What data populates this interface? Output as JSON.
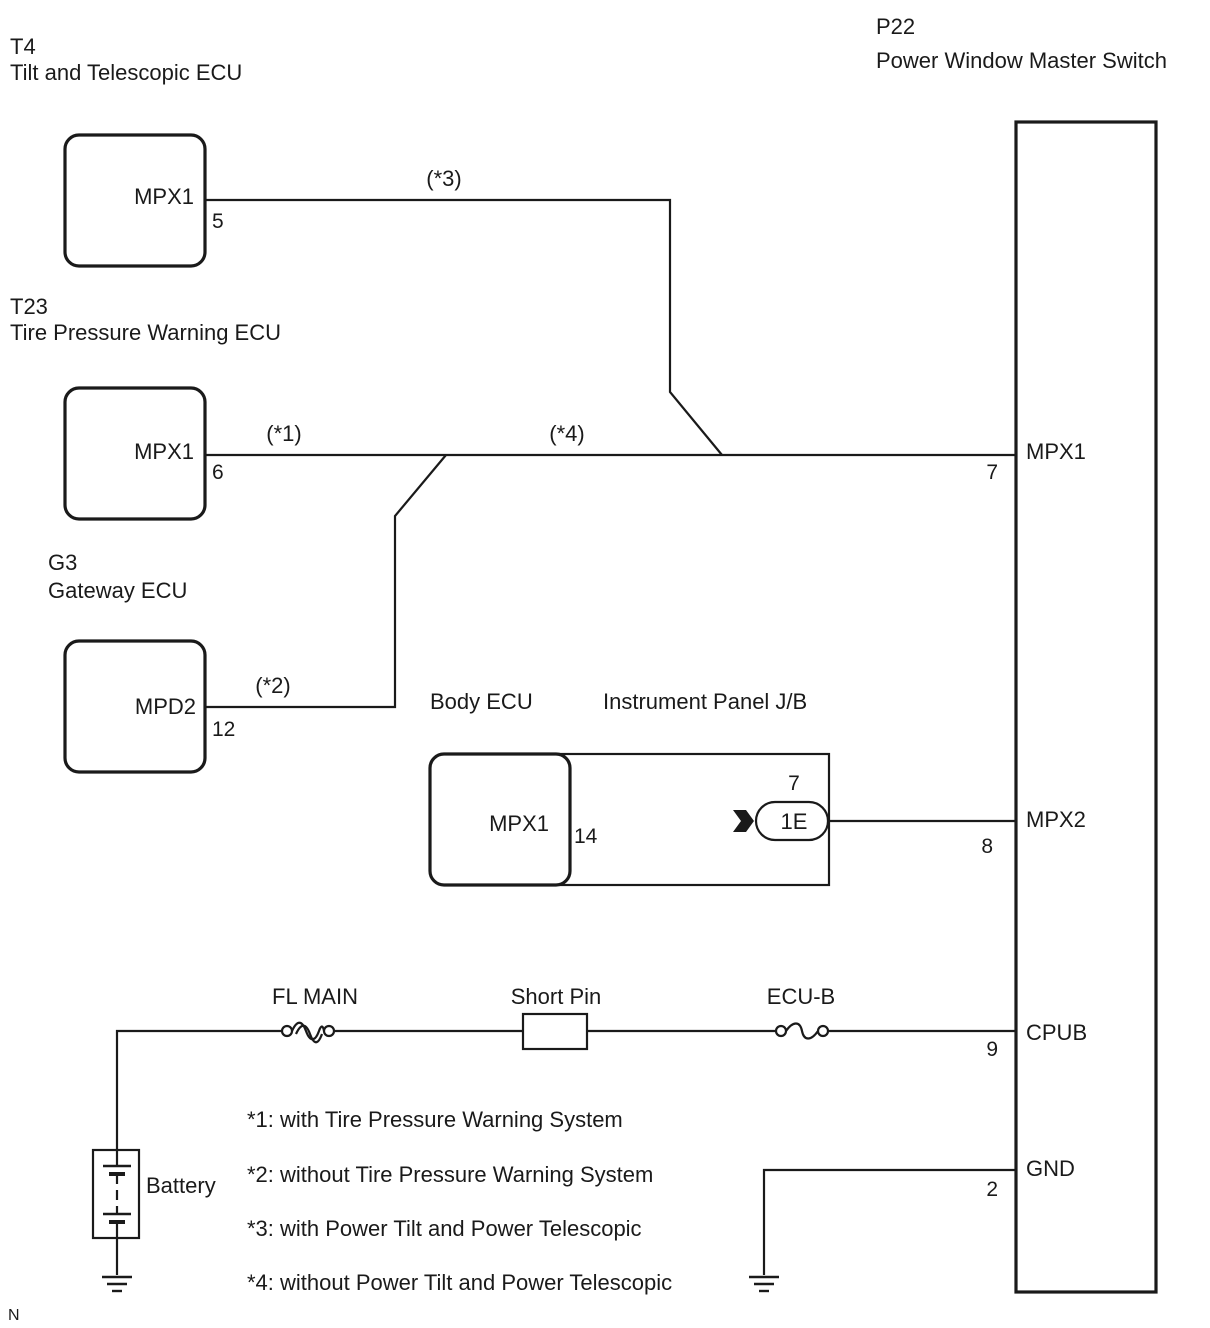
{
  "components": {
    "t4": {
      "code": "T4",
      "name": "Tilt and Telescopic ECU",
      "terminal": "MPX1",
      "pin": "5"
    },
    "t23": {
      "code": "T23",
      "name": "Tire Pressure Warning ECU",
      "terminal": "MPX1",
      "pin": "6"
    },
    "g3": {
      "code": "G3",
      "name": "Gateway ECU",
      "terminal": "MPD2",
      "pin": "12"
    },
    "p22": {
      "code": "P22",
      "name": "Power Window Master Switch",
      "terminals": [
        {
          "name": "MPX1",
          "pin": "7"
        },
        {
          "name": "MPX2",
          "pin": "8"
        },
        {
          "name": "CPUB",
          "pin": "9"
        },
        {
          "name": "GND",
          "pin": "2"
        }
      ]
    },
    "body_ecu": {
      "name": "Body ECU",
      "terminal": "MPX1",
      "pin": "14"
    },
    "jb": {
      "name": "Instrument Panel J/B",
      "connector": "1E",
      "pin": "7"
    },
    "battery": {
      "name": "Battery"
    }
  },
  "wire_tags": {
    "t4": "(*3)",
    "t23": "(*1)",
    "shared": "(*4)",
    "g3": "(*2)"
  },
  "power": {
    "fuse1": "FL MAIN",
    "short_pin": "Short Pin",
    "fuse2": "ECU-B"
  },
  "notes": [
    "*1: with Tire Pressure Warning System",
    "*2: without Tire Pressure Warning System",
    "*3: with Power Tilt and Power Telescopic",
    "*4: without Power Tilt and Power Telescopic"
  ],
  "corner_mark": "N"
}
